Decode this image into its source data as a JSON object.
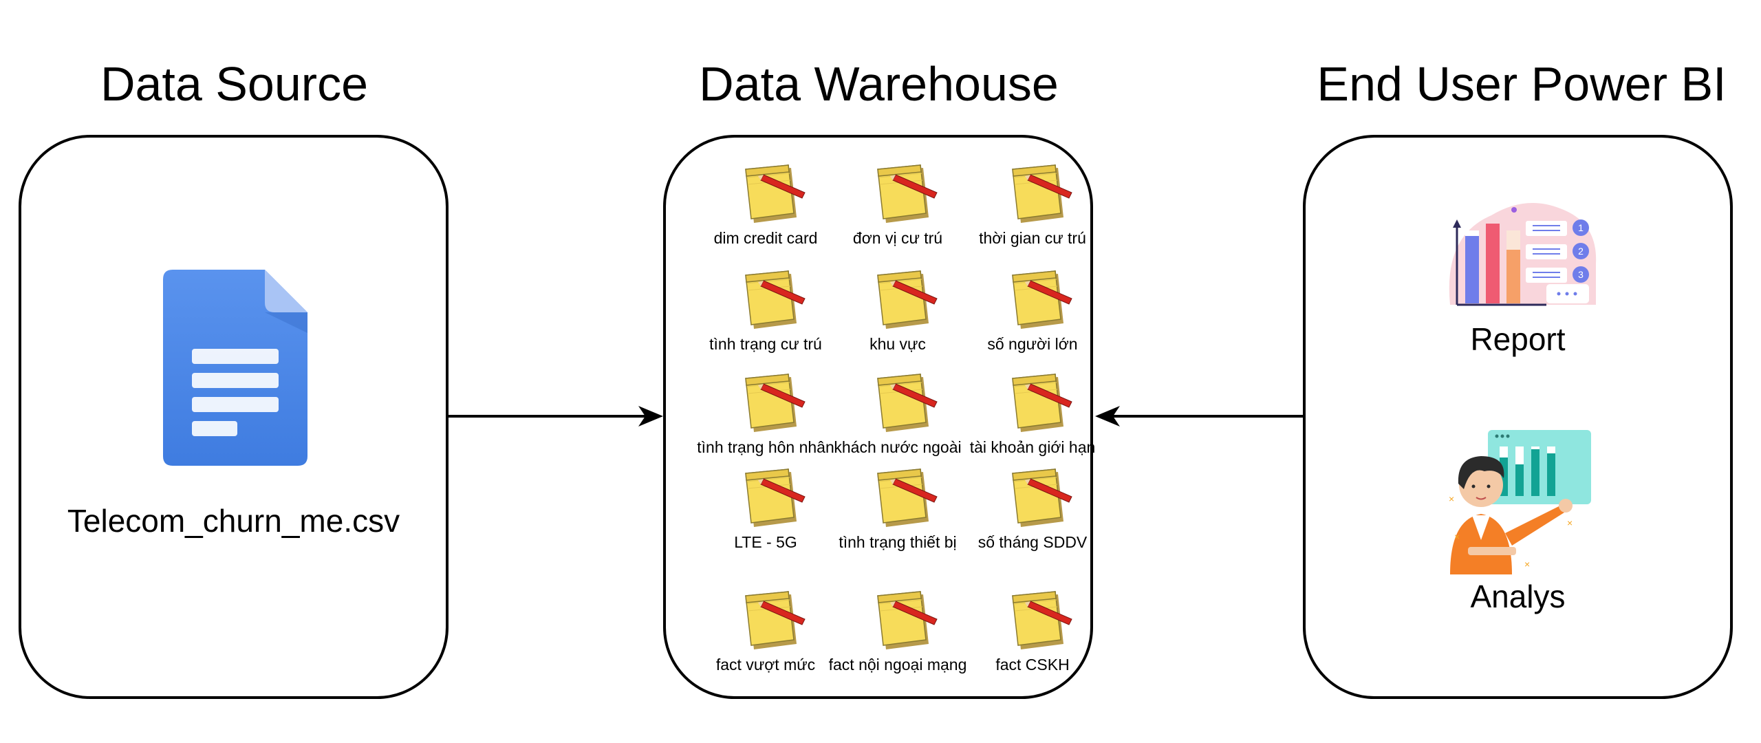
{
  "columns": {
    "source": {
      "title": "Data Source",
      "file_name": "Telecom_churn_me.csv",
      "icon": "google-doc-icon"
    },
    "warehouse": {
      "title": "Data Warehouse",
      "tables": [
        "dim credit card",
        "đơn vị cư trú",
        "thời gian cư trú",
        "tình trạng cư trú",
        "khu vực",
        "số người lớn",
        "tình trạng hôn nhân",
        "khách nước ngoài",
        "tài khoản giới hạn",
        "LTE - 5G",
        "tình trạng thiết bị",
        "số tháng SDDV",
        "fact vượt mức",
        "fact nội ngoại mạng",
        "fact CSKH"
      ],
      "table_icon": "notepad-icon"
    },
    "end_user": {
      "title": "End User Power BI",
      "report_label": "Report",
      "analys_label": "Analys",
      "report_badges": [
        "1",
        "2",
        "3"
      ]
    }
  },
  "colors": {
    "doc_blue": "#4a86e8",
    "notepad_yellow": "#f7dc5a",
    "pencil_red": "#d8261f",
    "report_pink": "#f9d6dc",
    "bar_blue": "#6f7dea",
    "bar_red": "#ef5b72",
    "bar_orange": "#f6a068",
    "badge_purple": "#6f7dea",
    "chart_teal": "#8fe6df",
    "shirt_orange": "#f47f26"
  }
}
